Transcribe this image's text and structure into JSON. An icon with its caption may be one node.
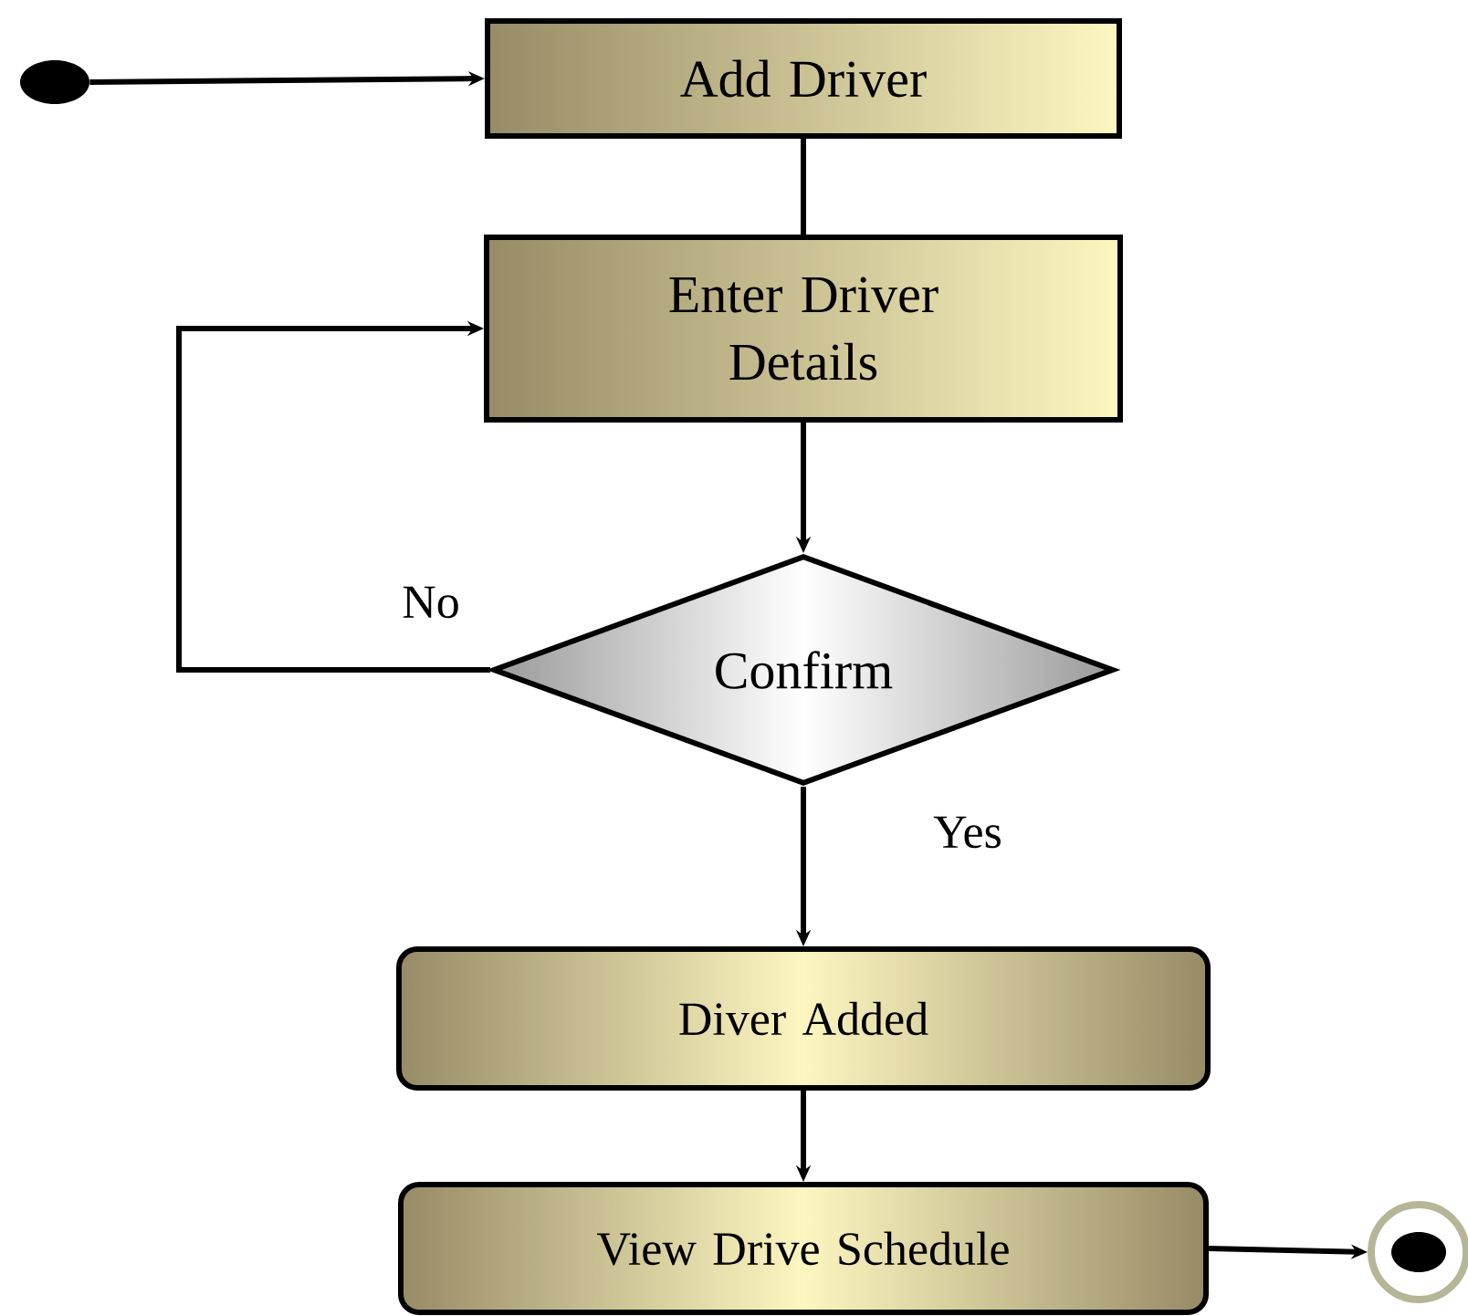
{
  "diagram": {
    "nodes": [
      {
        "text": [],
        "shape": "circle"
      },
      {
        "text": [
          "Add Driver"
        ]
      },
      {
        "text": [
          "Enter Driver Details"
        ]
      },
      {
        "text": [
          "Confirm"
        ]
      },
      {
        "text": [
          "Diver Added"
        ]
      },
      {
        "text": [
          "View Drive Schedule"
        ]
      },
      {
        "text": [],
        "shape": "circle"
      }
    ],
    "edges": [
      {
        "from": 0,
        "to": 1,
        "arrow": "to"
      },
      {
        "from": 1,
        "to": 2,
        "arrow": "none"
      },
      {
        "from": 2,
        "to": 3,
        "arrow": "to"
      },
      {
        "from": 3,
        "to": 2,
        "arrow": "to",
        "label": "No"
      },
      {
        "from": 3,
        "to": 4,
        "arrow": "to",
        "label": "Yes"
      },
      {
        "from": 4,
        "to": 5,
        "arrow": "to"
      },
      {
        "from": 5,
        "to": 6,
        "arrow": "to"
      }
    ]
  }
}
